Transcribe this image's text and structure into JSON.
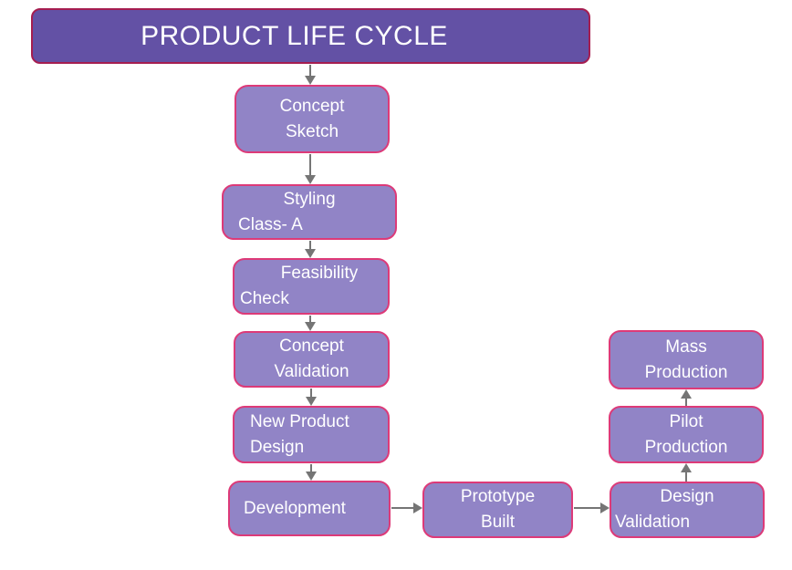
{
  "title": {
    "label": "PRODUCT LIFE CYCLE"
  },
  "nodes": {
    "concept_sketch": {
      "line1": "Concept",
      "line2": "Sketch"
    },
    "styling": {
      "line1": "Styling",
      "line2": "Class- A"
    },
    "feasibility": {
      "line1": "Feasibility",
      "line2": "Check"
    },
    "concept_validation": {
      "line1": "Concept",
      "line2": "Validation"
    },
    "new_product_design": {
      "line1": "New Product",
      "line2": "Design"
    },
    "development": {
      "line1": "Development"
    },
    "prototype_built": {
      "line1": "Prototype",
      "line2": "Built"
    },
    "design_validation": {
      "line1": "Design",
      "line2": "Validation"
    },
    "pilot_production": {
      "line1": "Pilot",
      "line2": "Production"
    },
    "mass_production": {
      "line1": "Mass",
      "line2": "Production"
    }
  },
  "edges": [
    {
      "from": "product_life_cycle",
      "to": "concept_sketch"
    },
    {
      "from": "concept_sketch",
      "to": "styling"
    },
    {
      "from": "styling",
      "to": "feasibility"
    },
    {
      "from": "feasibility",
      "to": "concept_validation"
    },
    {
      "from": "concept_validation",
      "to": "new_product_design"
    },
    {
      "from": "new_product_design",
      "to": "development"
    },
    {
      "from": "development",
      "to": "prototype_built"
    },
    {
      "from": "prototype_built",
      "to": "design_validation"
    },
    {
      "from": "design_validation",
      "to": "pilot_production"
    },
    {
      "from": "pilot_production",
      "to": "mass_production"
    }
  ],
  "colors": {
    "background": "#ffffff",
    "title_fill": "#6351a5",
    "title_border": "#a51d50",
    "node_fill": "#9184c6",
    "node_border": "#dd3a78",
    "arrow": "#757575",
    "text": "#ffffff"
  }
}
